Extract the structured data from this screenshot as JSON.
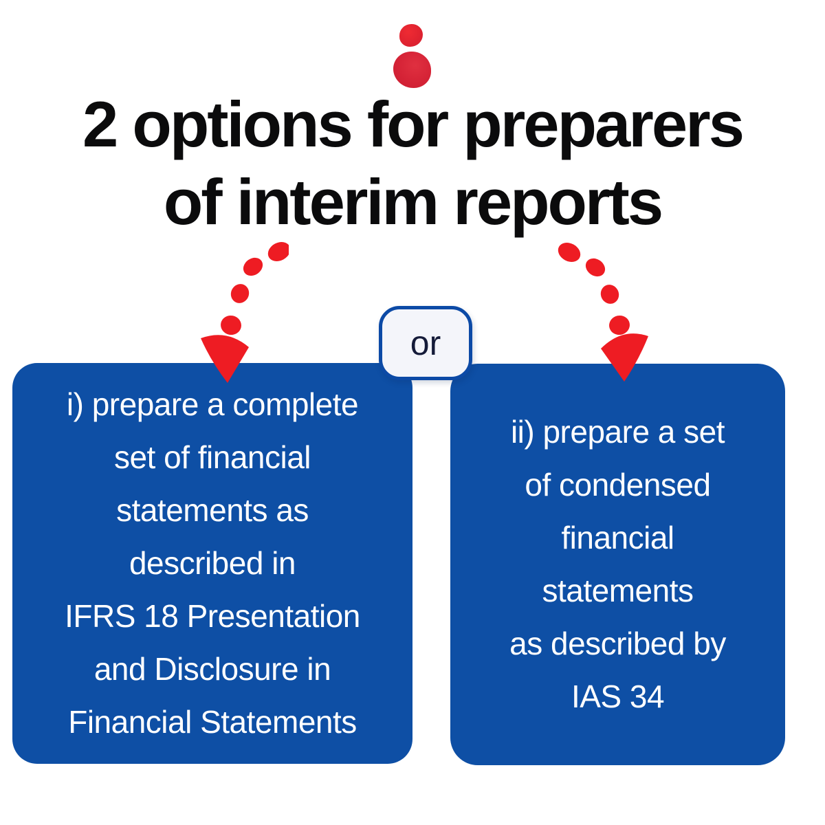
{
  "theme": {
    "card-bg": "#0e4fa5",
    "card-text": "#ffffff",
    "title-color": "#0b0b0c",
    "arrow-red": "#ee1c23",
    "badge-bg": "#f4f5fa",
    "badge-border": "#0c4aa6",
    "badge-text": "#151b39",
    "dot-red": "#d92534"
  },
  "title": {
    "line1": "2 options for preparers",
    "line2": "of interim reports"
  },
  "or_badge": {
    "label": "or"
  },
  "cards": {
    "left": {
      "lines": [
        "i) prepare a complete",
        "set of financial",
        "statements as",
        "described in",
        "IFRS 18 Presentation",
        "and Disclosure in",
        "Financial Statements"
      ]
    },
    "right": {
      "lines": [
        "ii) prepare a set",
        "of condensed",
        "financial",
        "statements",
        "as described by",
        "IAS 34"
      ]
    }
  }
}
